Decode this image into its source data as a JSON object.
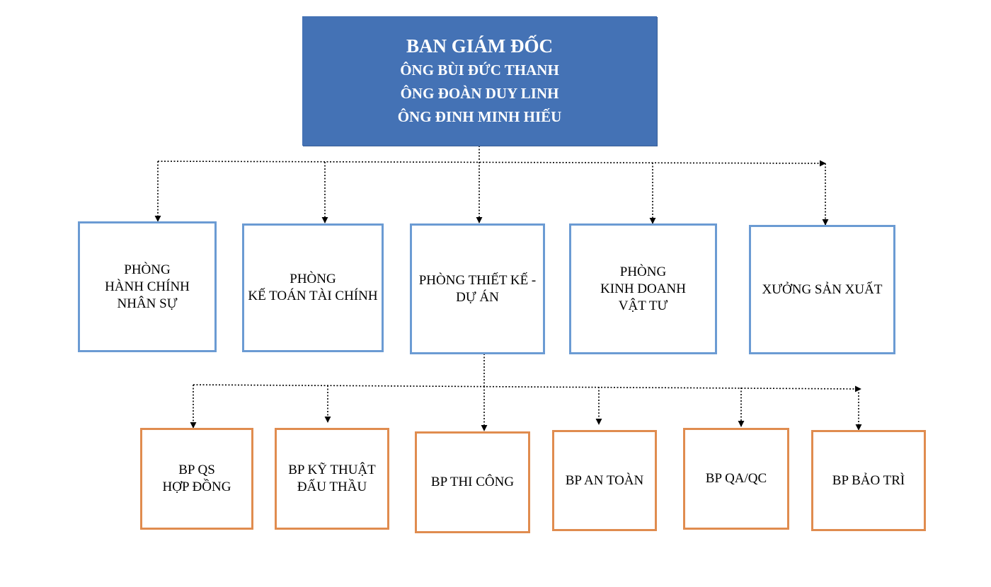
{
  "top_box": {
    "title": "BAN GIÁM ĐỐC",
    "members": [
      "ÔNG BÙI ĐỨC THANH",
      "ÔNG ĐOÀN DUY LINH",
      "ÔNG ĐINH MINH HIẾU"
    ]
  },
  "departments": [
    {
      "lines": [
        "PHÒNG",
        "HÀNH CHÍNH",
        "NHÂN SỰ"
      ]
    },
    {
      "lines": [
        "PHÒNG",
        "KẾ TOÁN TÀI CHÍNH"
      ]
    },
    {
      "lines": [
        "PHÒNG THIẾT KẾ -",
        "DỰ ÁN"
      ]
    },
    {
      "lines": [
        "PHÒNG",
        "KINH DOANH",
        "VẬT TƯ"
      ]
    },
    {
      "lines": [
        "XƯỞNG SẢN XUẤT"
      ]
    }
  ],
  "sub_units": [
    {
      "lines": [
        "BP QS",
        "HỢP ĐỒNG"
      ]
    },
    {
      "lines": [
        "BP KỸ THUẬT",
        "ĐẤU THẦU"
      ]
    },
    {
      "lines": [
        "BP THI CÔNG"
      ]
    },
    {
      "lines": [
        "BP AN TOÀN"
      ]
    },
    {
      "lines": [
        "BP QA/QC"
      ]
    },
    {
      "lines": [
        "BP BẢO TRÌ"
      ]
    }
  ],
  "colors": {
    "top_fill": "#4472b5",
    "department_border": "#6b9bd3",
    "sub_unit_border": "#e08c4f",
    "connector": "#000000"
  }
}
